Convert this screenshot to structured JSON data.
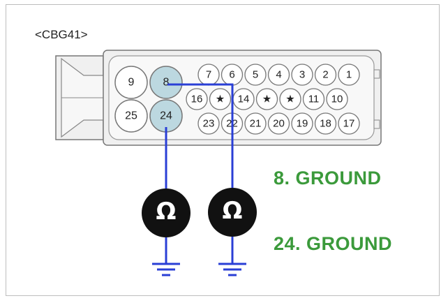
{
  "connector": {
    "name": "<CBG41>",
    "large_pins": [
      {
        "label": "9",
        "highlighted": false
      },
      {
        "label": "8",
        "highlighted": true
      },
      {
        "label": "25",
        "highlighted": false
      },
      {
        "label": "24",
        "highlighted": true
      }
    ],
    "small_row1": [
      "7",
      "6",
      "5",
      "4",
      "3",
      "2",
      "1"
    ],
    "small_row2": [
      "16",
      "★",
      "14",
      "★",
      "★",
      "11",
      "10"
    ],
    "small_row3": [
      "23",
      "22",
      "21",
      "20",
      "19",
      "18",
      "17"
    ]
  },
  "meters": [
    {
      "symbol": "Ω"
    },
    {
      "symbol": "Ω"
    }
  ],
  "legend": {
    "line1": "8. GROUND",
    "line2": "24. GROUND"
  },
  "colors": {
    "wire": "#2a3fd6",
    "highlight_pin": "#bcd8e0",
    "legend_text": "#3b9a3b",
    "meter": "#111111"
  }
}
